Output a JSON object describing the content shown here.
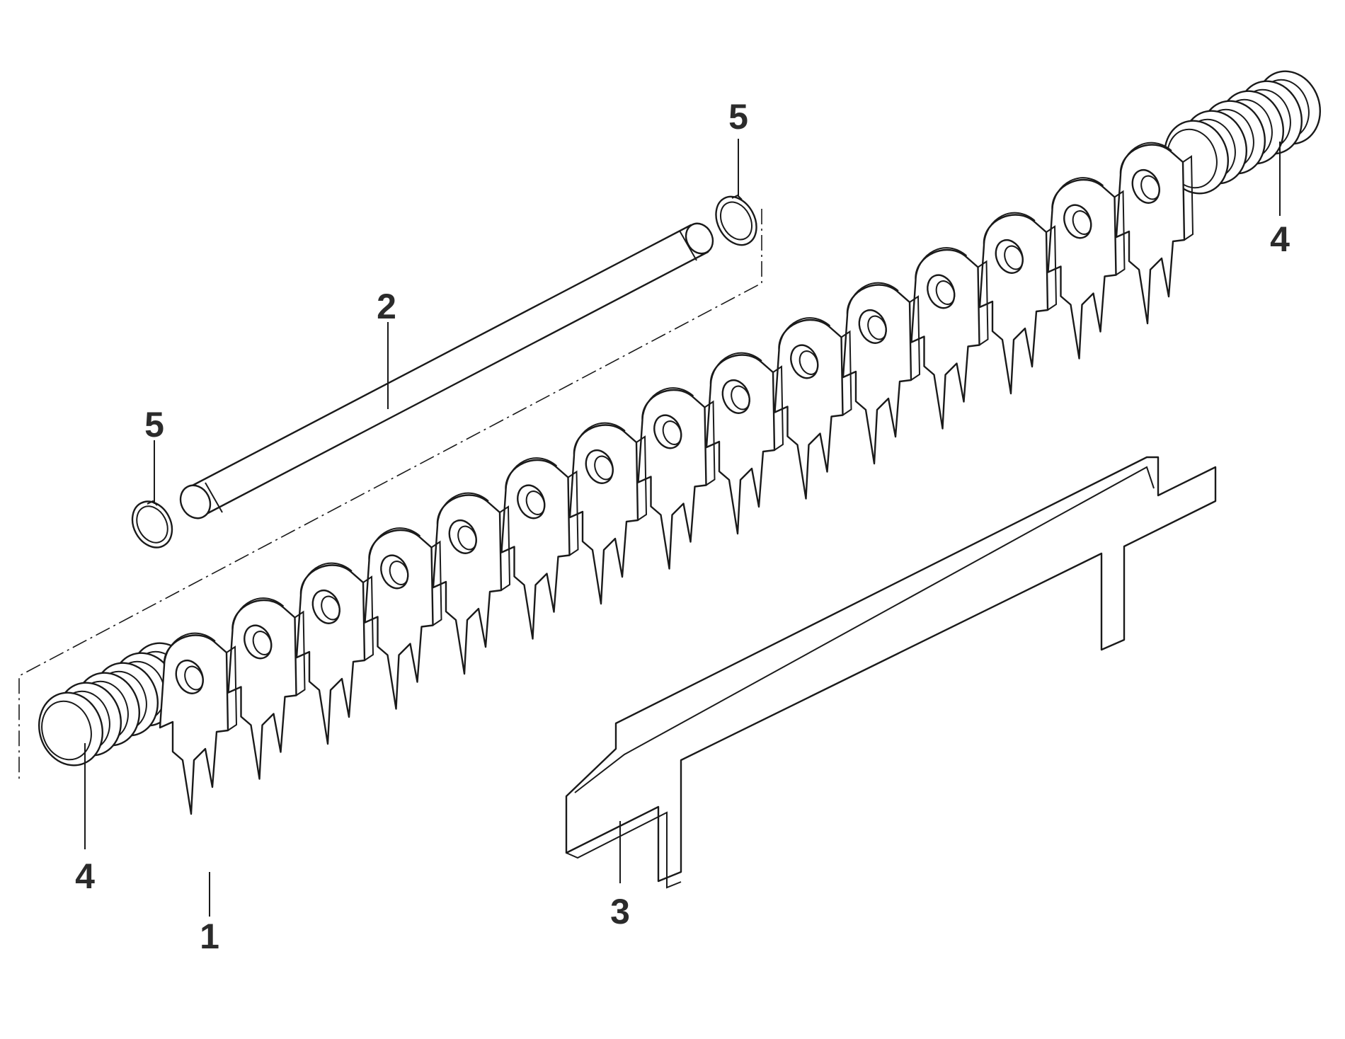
{
  "callouts": {
    "c1": "1",
    "c2": "2",
    "c3": "3",
    "c4a": "4",
    "c4b": "4",
    "c5a": "5",
    "c5b": "5"
  },
  "parts": [
    {
      "number": "1",
      "icon": "knife-comb-icon"
    },
    {
      "number": "2",
      "icon": "shaft-icon"
    },
    {
      "number": "3",
      "icon": "bracket-icon"
    },
    {
      "number": "4",
      "icon": "spring-washer-stack-icon"
    },
    {
      "number": "5",
      "icon": "circlip-icon"
    }
  ],
  "colors": {
    "line": "#1a1a1a",
    "label": "#2b2b2b",
    "background": "#ffffff"
  }
}
